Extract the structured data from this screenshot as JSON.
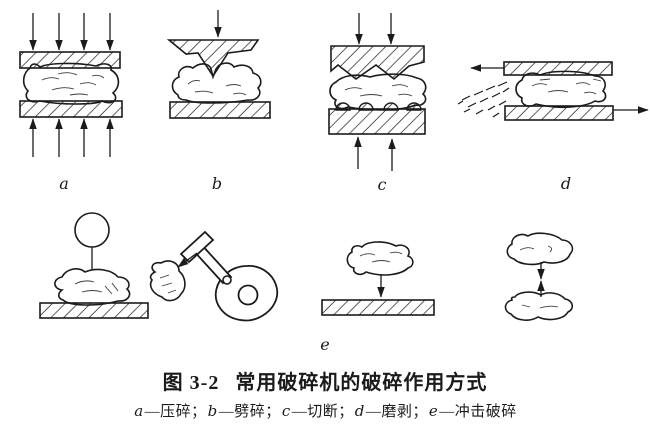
{
  "figure": {
    "panel_labels": {
      "a": "a",
      "b": "b",
      "c": "c",
      "d": "d",
      "e": "e"
    },
    "caption": {
      "figure_number": "图 3-2",
      "title": "常用破碎机的破碎作用方式",
      "dash": "—",
      "separator": "；",
      "legend_items": [
        {
          "key": "a",
          "term": "压碎"
        },
        {
          "key": "b",
          "term": "劈碎"
        },
        {
          "key": "c",
          "term": "切断"
        },
        {
          "key": "d",
          "term": "磨剥"
        },
        {
          "key": "e",
          "term": "冲击破碎"
        }
      ]
    },
    "colors": {
      "ink": "#1b1b1b",
      "background": "#ffffff"
    }
  }
}
